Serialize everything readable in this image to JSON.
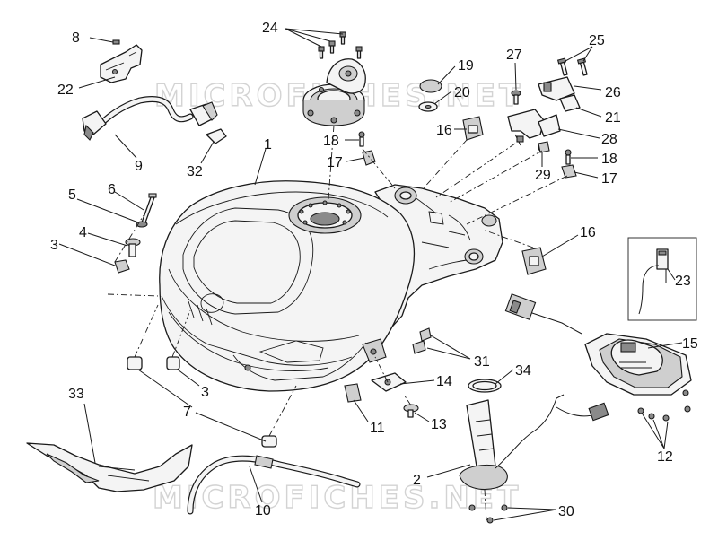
{
  "watermark": "MICROFICHES.NET",
  "callouts": {
    "c1": "1",
    "c2": "2",
    "c3a": "3",
    "c3b": "3",
    "c4": "4",
    "c5": "5",
    "c6": "6",
    "c7": "7",
    "c8": "8",
    "c9": "9",
    "c10": "10",
    "c11": "11",
    "c12": "12",
    "c13": "13",
    "c14": "14",
    "c15": "15",
    "c16a": "16",
    "c16b": "16",
    "c17a": "17",
    "c17b": "17",
    "c18a": "18",
    "c18b": "18",
    "c19": "19",
    "c20": "20",
    "c21": "21",
    "c22": "22",
    "c23": "23",
    "c24": "24",
    "c25": "25",
    "c26": "26",
    "c27": "27",
    "c28": "28",
    "c29": "29",
    "c30": "30",
    "c31": "31",
    "c32": "32",
    "c33": "33",
    "c34": "34"
  }
}
